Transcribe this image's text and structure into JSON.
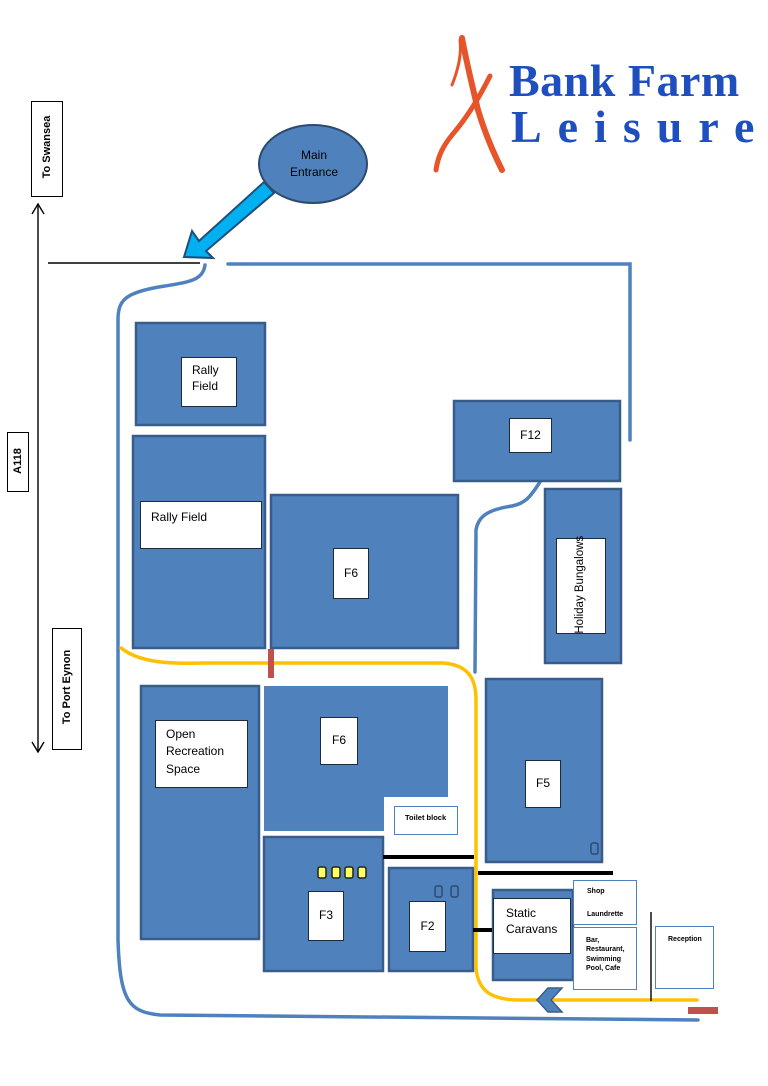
{
  "logo": {
    "line1": "Bank Farm",
    "line2": "Leisure",
    "brand_color": "#1f4fbf",
    "mark_color": "#e8542a"
  },
  "roads": {
    "to_swansea": "To Swansea",
    "a118": "A118",
    "to_port_eynon": "To Port Eynon"
  },
  "entrance": {
    "label": "Main Entrance"
  },
  "areas": {
    "rally_field_top": "Rally Field",
    "rally_field": "Rally Field",
    "f12": "F12",
    "f6_upper": "F6",
    "holiday_bungalows": "Holiday Bungalows",
    "open_recreation": "Open Recreation Space",
    "f6_lower": "F6",
    "toilet_block": "Toilet block",
    "f5": "F5",
    "f3": "F3",
    "f2": "F2",
    "static_caravans": "Static Caravans",
    "shop": "Shop",
    "laundrette": "Laundrette",
    "facilities": "Bar, Restaurant, Swimming Pool, Cafe",
    "reception": "Reception"
  },
  "colors": {
    "field": "#4f81bd",
    "field_border": "#385d8a",
    "path": "#ffc000",
    "road": "#4f81bd",
    "barrier": "#c0504d"
  }
}
